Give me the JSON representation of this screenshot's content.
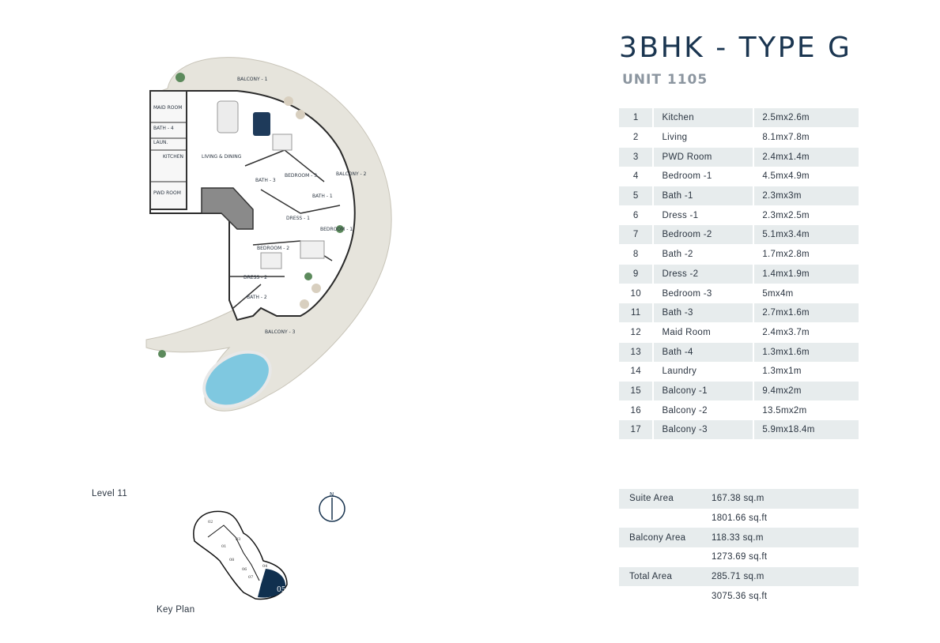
{
  "title": "3BHK - TYPE G",
  "unit": "UNIT 1105",
  "rooms": [
    {
      "num": "1",
      "name": "Kitchen",
      "size": "2.5mx2.6m"
    },
    {
      "num": "2",
      "name": "Living",
      "size": "8.1mx7.8m"
    },
    {
      "num": "3",
      "name": "PWD Room",
      "size": "2.4mx1.4m"
    },
    {
      "num": "4",
      "name": "Bedroom -1",
      "size": "4.5mx4.9m"
    },
    {
      "num": "5",
      "name": "Bath -1",
      "size": "2.3mx3m"
    },
    {
      "num": "6",
      "name": "Dress -1",
      "size": "2.3mx2.5m"
    },
    {
      "num": "7",
      "name": "Bedroom -2",
      "size": "5.1mx3.4m"
    },
    {
      "num": "8",
      "name": "Bath -2",
      "size": "1.7mx2.8m"
    },
    {
      "num": "9",
      "name": "Dress -2",
      "size": "1.4mx1.9m"
    },
    {
      "num": "10",
      "name": "Bedroom -3",
      "size": "5mx4m"
    },
    {
      "num": "11",
      "name": "Bath -3",
      "size": "2.7mx1.6m"
    },
    {
      "num": "12",
      "name": "Maid Room",
      "size": "2.4mx3.7m"
    },
    {
      "num": "13",
      "name": "Bath -4",
      "size": "1.3mx1.6m"
    },
    {
      "num": "14",
      "name": "Laundry",
      "size": "1.3mx1m"
    },
    {
      "num": "15",
      "name": "Balcony -1",
      "size": "9.4mx2m"
    },
    {
      "num": "16",
      "name": "Balcony -2",
      "size": "13.5mx2m"
    },
    {
      "num": "17",
      "name": "Balcony -3",
      "size": "5.9mx18.4m"
    }
  ],
  "areas": {
    "suite_label": "Suite Area",
    "suite_sqm": "167.38 sq.m",
    "suite_sqft": "1801.66 sq.ft",
    "balcony_label": "Balcony Area",
    "balcony_sqm": "118.33 sq.m",
    "balcony_sqft": "1273.69 sq.ft",
    "total_label": "Total Area",
    "total_sqm": "285.71 sq.m",
    "total_sqft": "3075.36 sq.ft"
  },
  "level_label": "Level  11",
  "keyplan_label": "Key Plan",
  "compass_label": "N",
  "floorplan_labels": {
    "balcony1": "BALCONY - 1",
    "balcony2": "BALCONY - 2",
    "balcony3": "BALCONY - 3",
    "maid": "MAID ROOM",
    "bath4": "BATH - 4",
    "laundry": "LAUN.",
    "kitchen": "KITCHEN",
    "pwd": "PWD ROOM",
    "living": "LIVING & DINING",
    "bedroom3": "BEDROOM - 3",
    "bath3": "BATH - 3",
    "bath1": "BATH - 1",
    "dress1": "DRESS - 1",
    "bedroom1": "BEDROOM - 1",
    "bedroom2": "BEDROOM - 2",
    "dress2": "DRESS - 2",
    "bath2": "BATH - 2"
  },
  "keyplan_units": [
    "02",
    "03",
    "01",
    "08",
    "04",
    "06",
    "07",
    "05"
  ],
  "colors": {
    "accent": "#1a3550",
    "shade": "#e7eced",
    "balcony": "#e6e4dc",
    "pool": "#7fc8e0",
    "highlight_unit": "#10304f"
  }
}
